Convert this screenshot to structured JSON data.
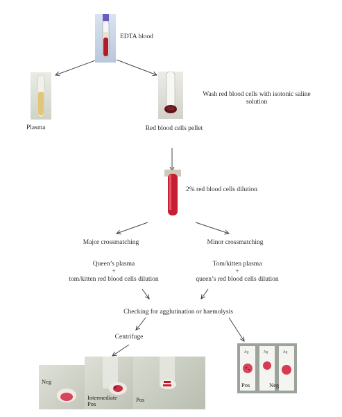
{
  "labels": {
    "edta_blood": "EDTA blood",
    "plasma": "Plasma",
    "wash": "Wash red blood cells with isotonic saline solution",
    "rbc_pellet": "Red blood cells pellet",
    "dilution": "2% red blood cells dilution",
    "major": "Major crossmatching",
    "minor": "Minor crossmatching",
    "major_line1": "Queen’s plasma",
    "plus": "+",
    "major_line3": "tom/kitten red blood cells dilution",
    "minor_line1": "Tom/kitten plasma",
    "minor_line3": "queen’s red blood cells dilution",
    "check": "Checking for agglutination or haemolysis",
    "centrifuge": "Centrifuge"
  },
  "photos": {
    "neg": "Neg",
    "intermediate_pos": "Intermediate Pos",
    "pos": "Pos",
    "slide_pos": "Pos",
    "slide_neg": "Neg"
  }
}
